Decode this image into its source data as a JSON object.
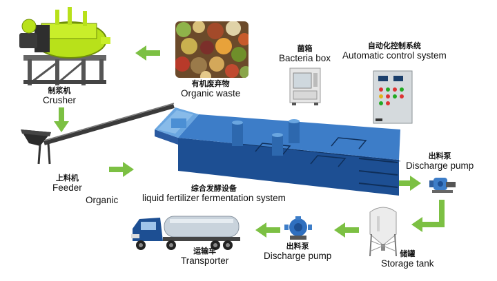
{
  "colors": {
    "arrow": "#7cc043",
    "tank_blue": "#3d7dc8",
    "tank_dark": "#1d4f93",
    "crusher_green": "#b8e11a"
  },
  "nodes": {
    "crusher": {
      "zh": "制浆机",
      "en": "Crusher",
      "icon": "crusher-machine"
    },
    "organic_waste": {
      "zh": "有机废弃物",
      "en": "Organic waste",
      "icon": "waste-photo"
    },
    "bacteria_box": {
      "zh": "菌箱",
      "en": "Bacteria box",
      "icon": "bacteria-cabinet"
    },
    "control_system": {
      "zh": "自动化控制系统",
      "en": "Automatic control system",
      "icon": "control-cabinet"
    },
    "feeder": {
      "zh": "上料机",
      "en": "Feeder",
      "icon": "screw-conveyor"
    },
    "organic": {
      "en": "Organic"
    },
    "fermentation": {
      "zh": "综合发酵设备",
      "en": "liquid fertilizer fermentation system",
      "icon": "fermentation-tank"
    },
    "discharge_pump_right": {
      "zh": "出料泵",
      "en": "Discharge pump",
      "icon": "pump"
    },
    "storage_tank": {
      "zh": "储罐",
      "en": "Storage tank",
      "icon": "silo"
    },
    "discharge_pump_bottom": {
      "zh": "出料泵",
      "en": "Discharge pump",
      "icon": "pump"
    },
    "transporter": {
      "zh": "运输车",
      "en": "Transporter",
      "icon": "tanker-truck"
    }
  }
}
